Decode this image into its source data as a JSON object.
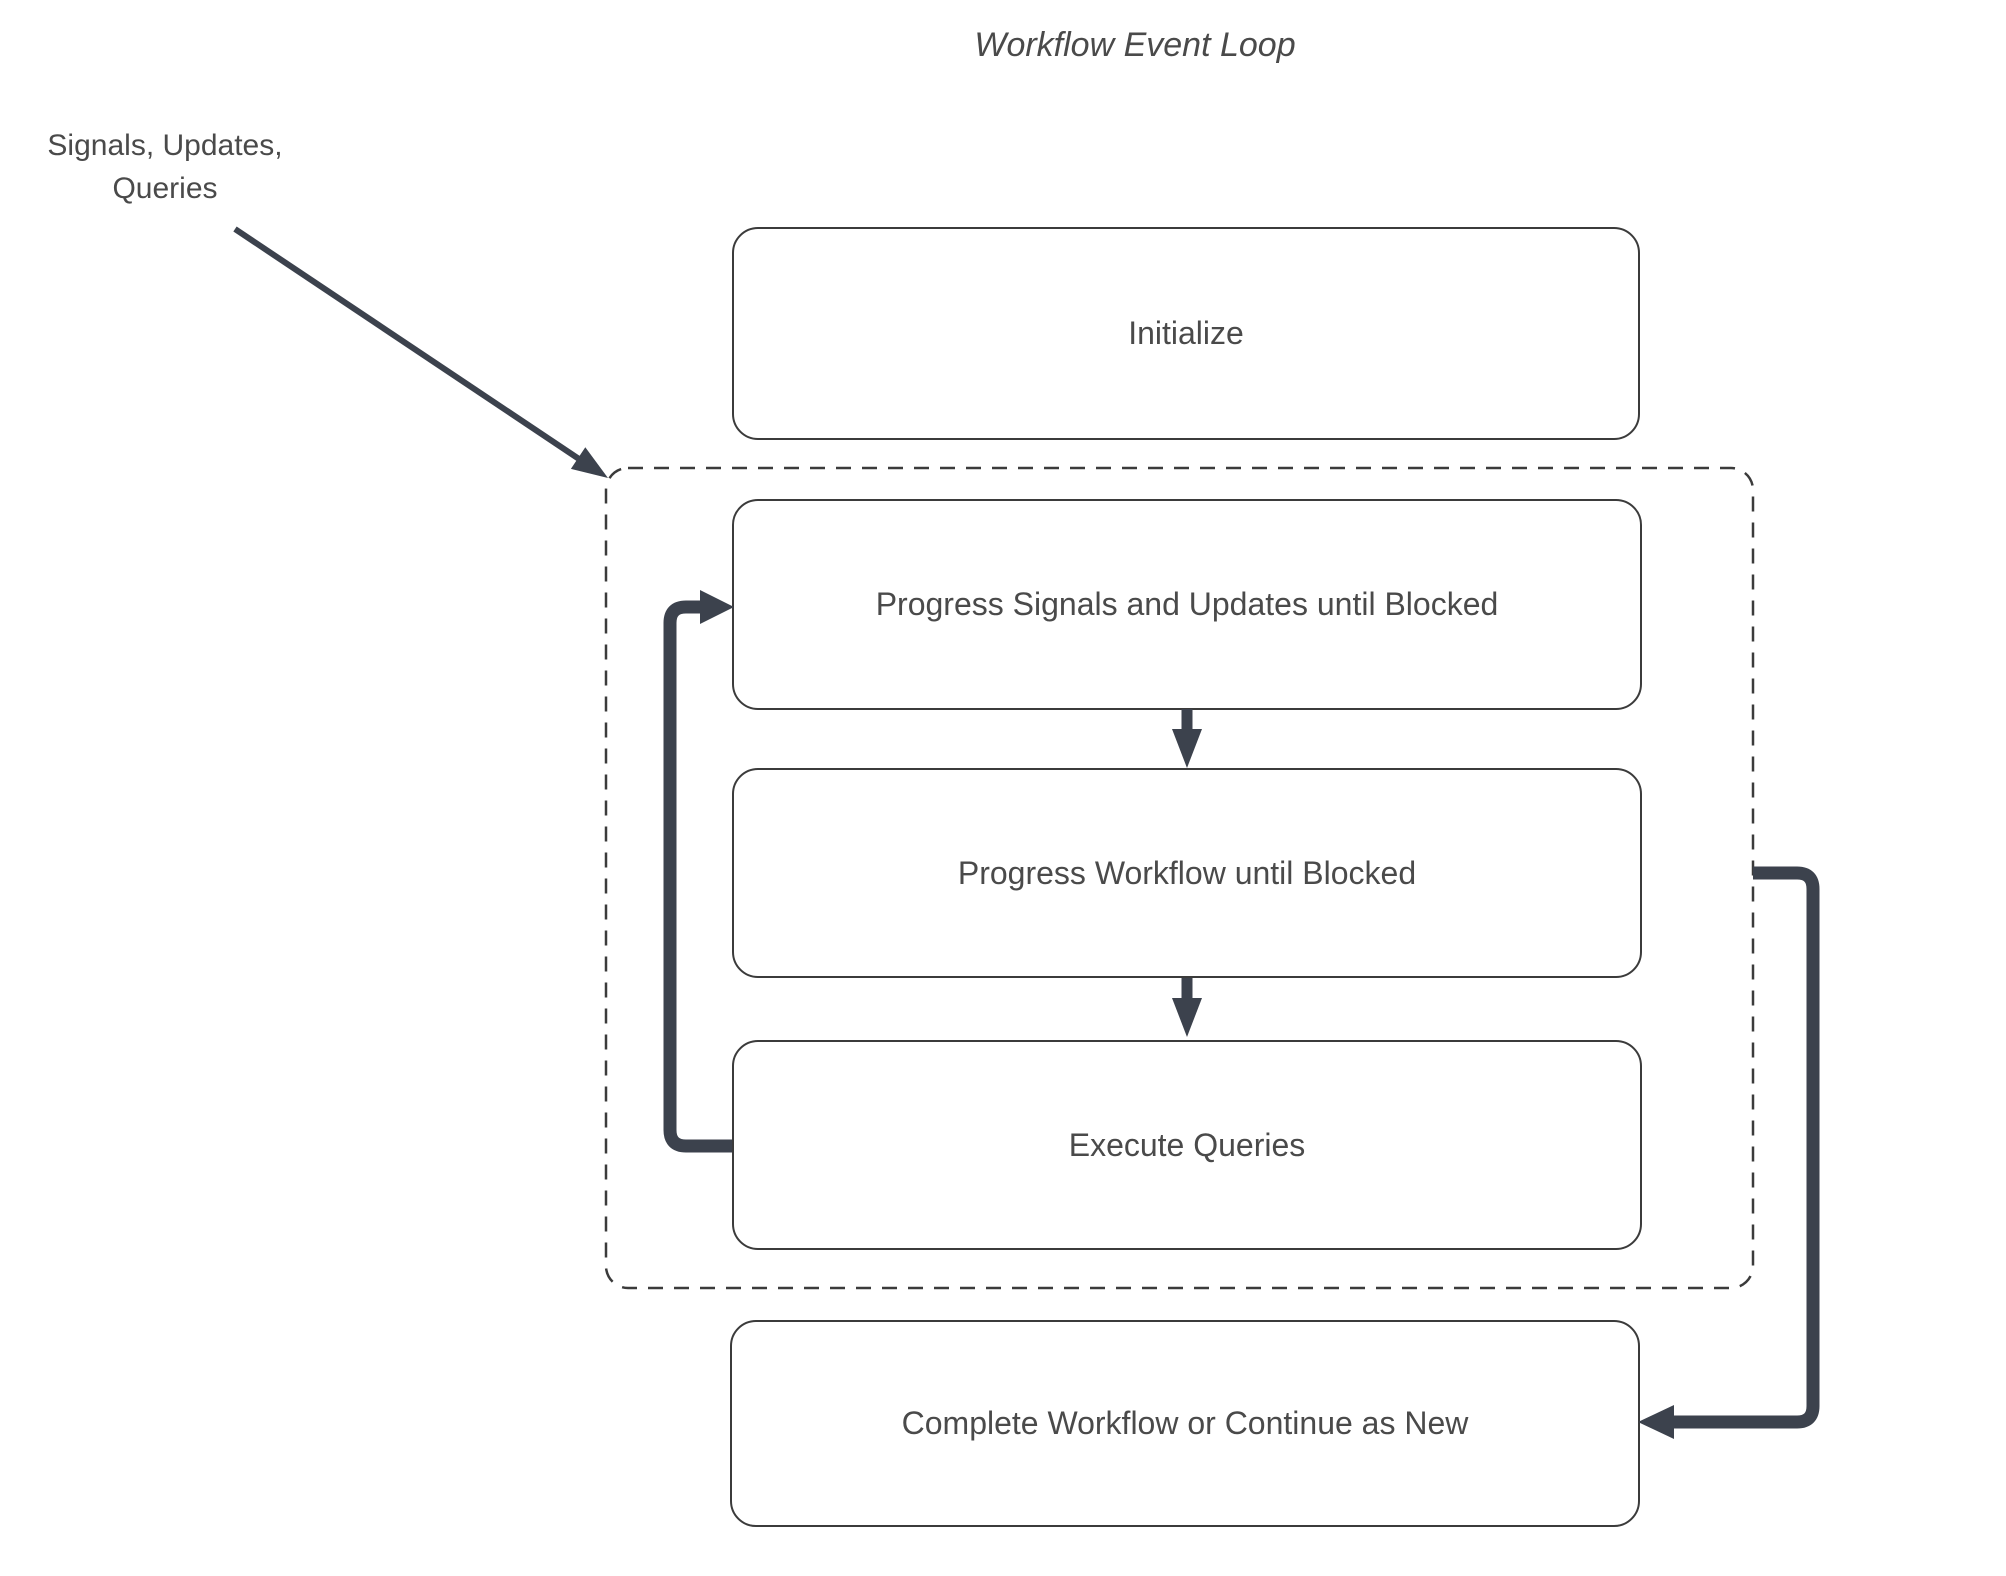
{
  "title": "Workflow Event Loop",
  "annotation": {
    "label": "Signals, Updates,\nQueries"
  },
  "nodes": {
    "initialize": "Initialize",
    "progress_signals": "Progress Signals and Updates until Blocked",
    "progress_workflow": "Progress Workflow until Blocked",
    "execute_queries": "Execute Queries",
    "complete": "Complete Workflow or Continue as New"
  },
  "colors": {
    "line": "#3c424d",
    "border": "#3b3b3b",
    "text": "#4a4a4a",
    "background": "#ffffff"
  }
}
